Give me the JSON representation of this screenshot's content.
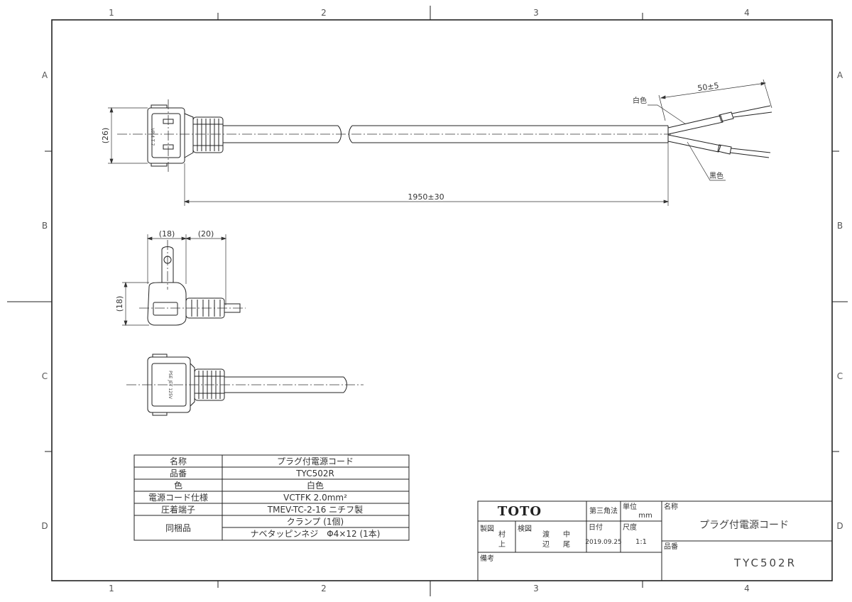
{
  "zones": {
    "columns": [
      "1",
      "2",
      "3",
      "4"
    ],
    "rows": [
      "A",
      "B",
      "C",
      "D"
    ]
  },
  "dimensions": {
    "plug_height": "(26)",
    "cord_length": "1950±30",
    "strip_length": "50±5",
    "side_width_a": "(18)",
    "side_width_b": "(20)",
    "side_height": "(18)"
  },
  "callouts": {
    "white_wire": "白色",
    "black_wire": "黒色"
  },
  "plug_markings": {
    "top_view": "VP 4 T 7",
    "front_view": "PSE JET 125V"
  },
  "spec_table": {
    "rows": [
      {
        "label": "名称",
        "value": "プラグ付電源コード"
      },
      {
        "label": "品番",
        "value": "TYC502R"
      },
      {
        "label": "色",
        "value": "白色"
      },
      {
        "label": "電源コード仕様",
        "value": "VCTFK 2.0mm²"
      },
      {
        "label": "圧着端子",
        "value": "TMEV-TC-2-16 ニチフ製"
      }
    ],
    "included": {
      "label": "同梱品",
      "items": [
        "クランプ (1個)",
        "ナベタッピンネジ　Φ4×12 (1本)"
      ]
    }
  },
  "title_block": {
    "brand": "TOTO",
    "projection": "第三角法",
    "unit_label": "単位",
    "unit_value": "mm",
    "name_label": "名称",
    "name_value": "プラグ付電源コード",
    "drawn_label": "製図",
    "drawn_by_1": "村",
    "drawn_by_2": "上",
    "checked_label": "検図",
    "checked_by_1": "渡",
    "checked_by_2": "辺",
    "checked_by_3": "中",
    "checked_by_4": "尾",
    "date_label": "日付",
    "date_value": "2019.09.25",
    "scale_label": "尺度",
    "scale_value": "1:1",
    "part_label": "品番",
    "part_value": "TYC502R",
    "notes_label": "備考"
  }
}
